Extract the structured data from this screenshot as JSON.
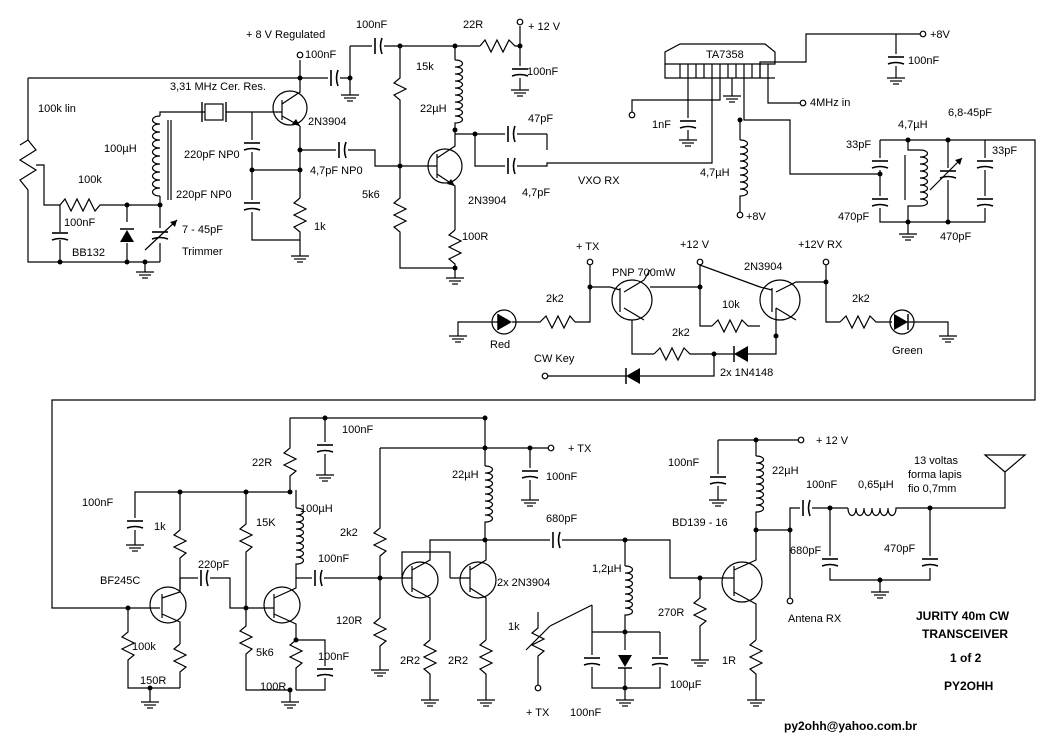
{
  "labels": {
    "res_100k_lin": "100k lin",
    "cer_res": "3,31 MHz Cer. Res.",
    "v8_reg": "+ 8 V Regulated",
    "c100n_a": "100nF",
    "c100n_b": "100nF",
    "r22_top": "22R",
    "v12_top": "+ 12 V",
    "c100n_c": "100nF",
    "r15k_a": "15k",
    "l22u_a": "22µH",
    "c47p": "47pF",
    "l100u_a": "100µH",
    "c220p_a": "220pF NP0",
    "c220p_b": "220pF NP0",
    "c47p_np0": "4,7pF NP0",
    "q_2n3904_a": "2N3904",
    "q_2n3904_b": "2N3904",
    "r100k_a": "100k",
    "c100n_d": "100nF",
    "bb132": "BB132",
    "trimmer_val": "7 - 45pF",
    "trimmer": "Trimmer",
    "r1k_a": "1k",
    "r5k6_a": "5k6",
    "r100R_a": "100R",
    "c4p7": "4,7pF",
    "vxo_rx": "VXO RX",
    "ta7358": "TA7358",
    "v8_right": "+8V",
    "c100n_e": "100nF",
    "in_4mhz": "4MHz in",
    "c1n": "1nF",
    "l47u_a": "4,7µH",
    "v8_coil": "+8V",
    "l47u_b": "4,7µH",
    "c6845": "6,8-45pF",
    "c33p_a": "33pF",
    "c33p_b": "33pF",
    "c470p_a": "470pF",
    "c470p_b": "470pF",
    "tx_plus_a": "+ TX",
    "v12_mid": "+12 V",
    "q_pnp": "PNP 700mW",
    "q_2n3904_c": "2N3904",
    "v12rx": "+12V RX",
    "r2k2_a": "2k2",
    "r10k": "10k",
    "r2k2_b": "2k2",
    "r2k2_c": "2k2",
    "led_red": "Red",
    "led_green": "Green",
    "cw_key": "CW Key",
    "diodes": "2x 1N4148",
    "c100n_f": "100nF",
    "r22_b": "22R",
    "tx_plus_b": "+ TX",
    "c100n_g": "100nF",
    "l22u_b": "22µH",
    "c100n_h": "100nF",
    "c680p_a": "680pF",
    "r1k_b": "1k",
    "r15K": "15K",
    "l100u_b": "100µH",
    "r2k2_d": "2k2",
    "c100n_i": "100nF",
    "bf245c": "BF245C",
    "c220p_c": "220pF",
    "r100k_b": "100k",
    "r150": "150R",
    "r5k6_b": "5k6",
    "r100R_b": "100R",
    "c100n_j": "100nF",
    "r120": "120R",
    "r2r2_a": "2R2",
    "r2r2_b": "2R2",
    "q_2x2n3904": "2x 2N3904",
    "l12u": "1,2µH",
    "r1k_c": "1k",
    "tx_plus_c": "+ TX",
    "c100n_k": "100nF",
    "c100u": "100µF",
    "r270": "270R",
    "c100n_l": "100nF",
    "l22u_c": "22µH",
    "v12_bot": "+ 12 V",
    "bd139": "BD139 - 16",
    "c680p_b": "680pF",
    "antena_rx": "Antena RX",
    "r1R": "1R",
    "c100n_m": "100nF",
    "l065": "0,65µH",
    "coil_note_1": "13 voltas",
    "coil_note_2": "forma lapis",
    "coil_note_3": "fio 0,7mm",
    "c470p_c": "470pF"
  },
  "title": {
    "line1": "JURITY 40m CW",
    "line2": "TRANSCEIVER",
    "line3": "1  of 2",
    "author": "PY2OHH"
  },
  "email": "py2ohh@yahoo.com.br"
}
